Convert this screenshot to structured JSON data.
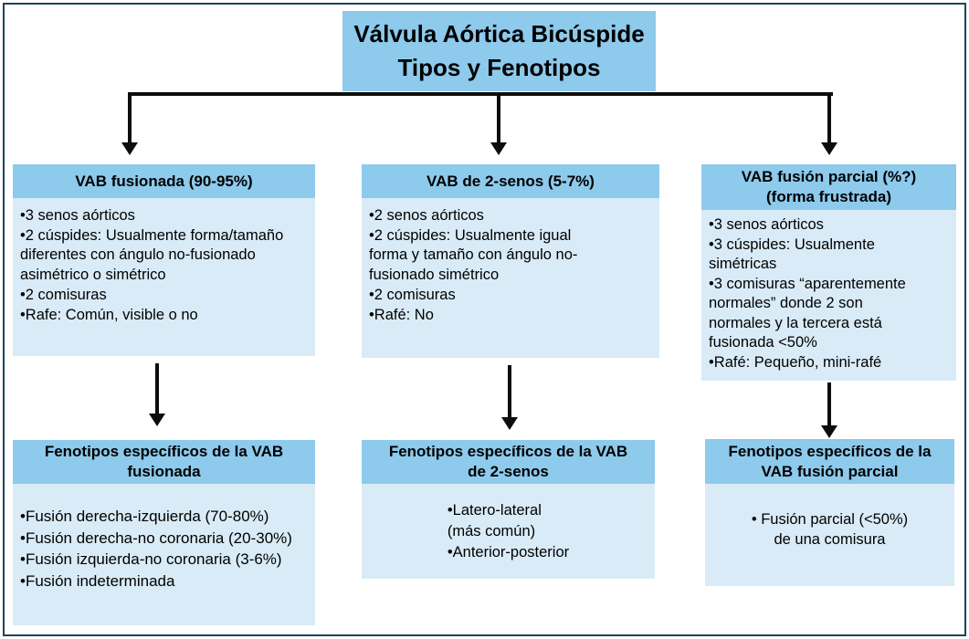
{
  "diagram": {
    "title_lines": [
      "Válvula Aórtica Bicúspide",
      "Tipos y Fenotipos"
    ],
    "colors": {
      "header_blue": "#8dcaec",
      "body_blue": "#d9ebf7",
      "frame_navy": "#1c445c",
      "line_black": "#0d0d0d"
    },
    "columns": [
      {
        "top": {
          "header": "VAB fusionada (90-95%)",
          "body_lines": [
            "•3 senos aórticos",
            "•2 cúspides: Usualmente forma/tamaño",
            "diferentes con ángulo no-fusionado",
            "asimétrico o simétrico",
            "•2 comisuras",
            "•Rafe: Común, visible o no"
          ]
        },
        "bottom": {
          "header_lines": [
            "Fenotipos específicos de la VAB",
            "fusionada"
          ],
          "body_lines": [
            "•Fusión derecha-izquierda (70-80%)",
            "•Fusión derecha-no coronaria (20-30%)",
            "•Fusión izquierda-no coronaria (3-6%)",
            "•Fusión indeterminada"
          ]
        }
      },
      {
        "top": {
          "header": "VAB de 2-senos (5-7%)",
          "body_lines": [
            "•2 senos aórticos",
            "•2 cúspides: Usualmente igual",
            "forma y tamaño con ángulo no-",
            "fusionado simétrico",
            "•2 comisuras",
            "•Rafé: No"
          ]
        },
        "bottom": {
          "header_lines": [
            "Fenotipos específicos de la VAB",
            "de 2-senos"
          ],
          "body_lines": [
            "•Latero-lateral",
            "(más común)",
            "•Anterior-posterior"
          ]
        }
      },
      {
        "top": {
          "header_lines": [
            "VAB fusión parcial (%?)",
            "(forma frustrada)"
          ],
          "body_lines": [
            "•3 senos aórticos",
            "•3 cúspides: Usualmente",
            "simétricas",
            "•3 comisuras “aparentemente",
            "normales” donde 2 son",
            "normales y la tercera está",
            "fusionada <50%",
            "•Rafé: Pequeño, mini-rafé"
          ]
        },
        "bottom": {
          "header_lines": [
            "Fenotipos específicos de la",
            "VAB fusión parcial"
          ],
          "body_lines": [
            "•   Fusión parcial (<50%)",
            "de una comisura"
          ]
        }
      }
    ]
  }
}
